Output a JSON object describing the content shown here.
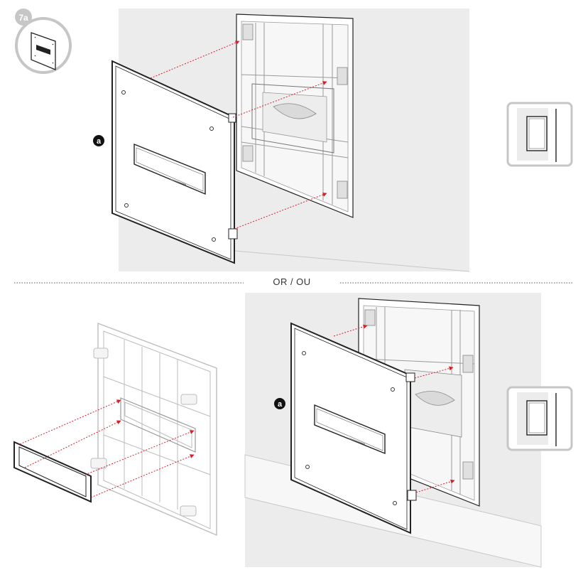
{
  "step": {
    "label": "7a"
  },
  "divider": {
    "label": "OR / OU"
  },
  "callouts": {
    "a": "a"
  },
  "colors": {
    "wall": "#ececec",
    "line": "#222222",
    "light_line": "#b9b9b9",
    "arrow": "#d4202c",
    "badge_stroke": "#c6c6c6"
  }
}
